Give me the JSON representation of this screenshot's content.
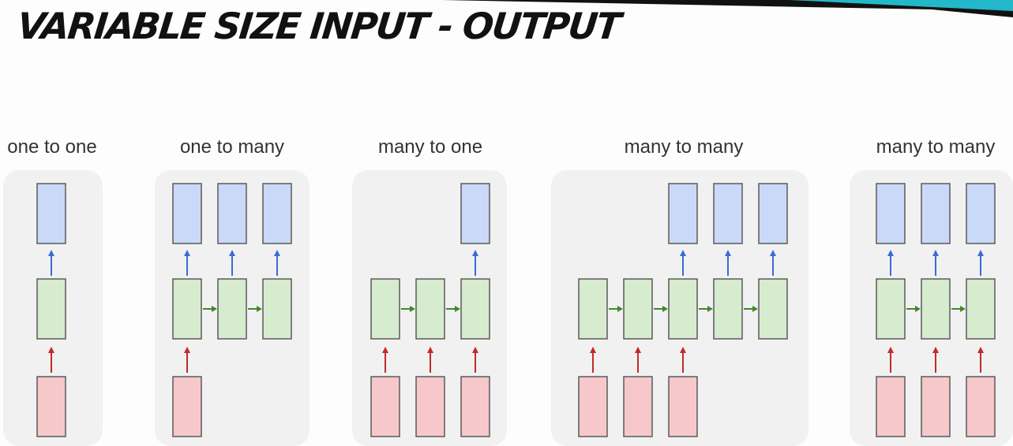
{
  "title": "VARIABLE SIZE INPUT - OUTPUT",
  "colors": {
    "panel": "#f1f1f1",
    "output_fill": "#c9d9f7",
    "hidden_fill": "#d7ebcf",
    "input_fill": "#f6c8c9",
    "box_stroke": "#5a5a5a",
    "up_arrow_out": "#3b6bd6",
    "up_arrow_in": "#c22a2a",
    "side_arrow": "#3f8a2a",
    "accent_bar": "#23b8c9"
  },
  "panels": [
    {
      "label": "one to one",
      "steps": [
        {
          "in": true,
          "out": true
        }
      ]
    },
    {
      "label": "one to many",
      "steps": [
        {
          "in": true,
          "out": true
        },
        {
          "in": false,
          "out": true
        },
        {
          "in": false,
          "out": true
        }
      ]
    },
    {
      "label": "many to one",
      "steps": [
        {
          "in": true,
          "out": false
        },
        {
          "in": true,
          "out": false
        },
        {
          "in": true,
          "out": true
        }
      ]
    },
    {
      "label": "many to many",
      "steps": [
        {
          "in": true,
          "out": false
        },
        {
          "in": true,
          "out": false
        },
        {
          "in": true,
          "out": true
        },
        {
          "in": false,
          "out": true
        },
        {
          "in": false,
          "out": true
        }
      ]
    },
    {
      "label": "many to many",
      "steps": [
        {
          "in": true,
          "out": true
        },
        {
          "in": true,
          "out": true
        },
        {
          "in": true,
          "out": true
        }
      ]
    }
  ]
}
